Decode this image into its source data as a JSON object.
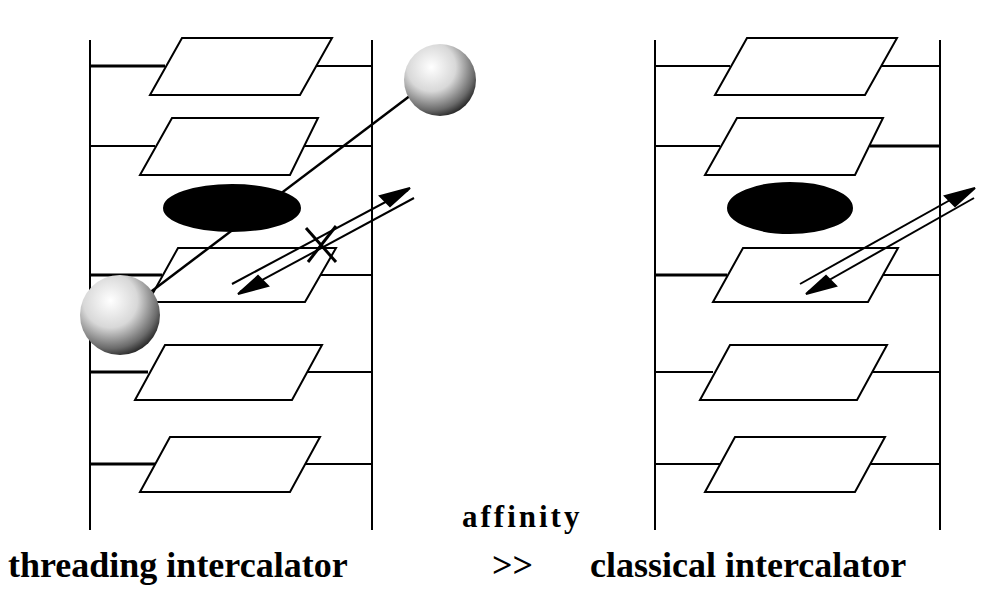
{
  "diagram": {
    "labels": [
      "affinity",
      "threading intercalator",
      ">>",
      "classical intercalator"
    ]
  }
}
